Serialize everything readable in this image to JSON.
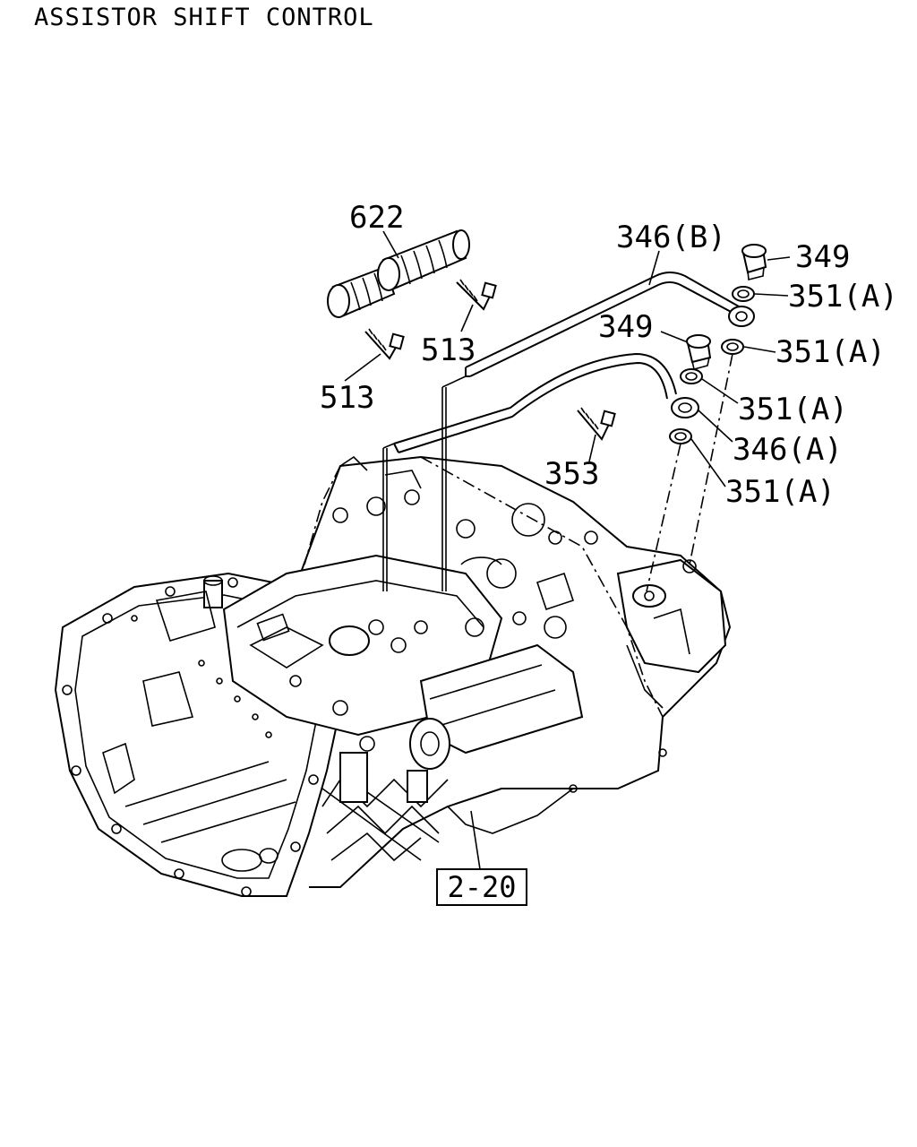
{
  "title": "ASSISTOR SHIFT CONTROL",
  "parts": [
    {
      "id": "622",
      "label": "622"
    },
    {
      "id": "513a",
      "label": "513"
    },
    {
      "id": "513b",
      "label": "513"
    },
    {
      "id": "346b",
      "label": "346(B)"
    },
    {
      "id": "349a",
      "label": "349"
    },
    {
      "id": "349b",
      "label": "349"
    },
    {
      "id": "351a1",
      "label": "351(A)"
    },
    {
      "id": "351a2",
      "label": "351(A)"
    },
    {
      "id": "351a3",
      "label": "351(A)"
    },
    {
      "id": "346a",
      "label": "346(A)"
    },
    {
      "id": "351a4",
      "label": "351(A)"
    },
    {
      "id": "353",
      "label": "353"
    }
  ],
  "reference": {
    "label": "2-20"
  }
}
